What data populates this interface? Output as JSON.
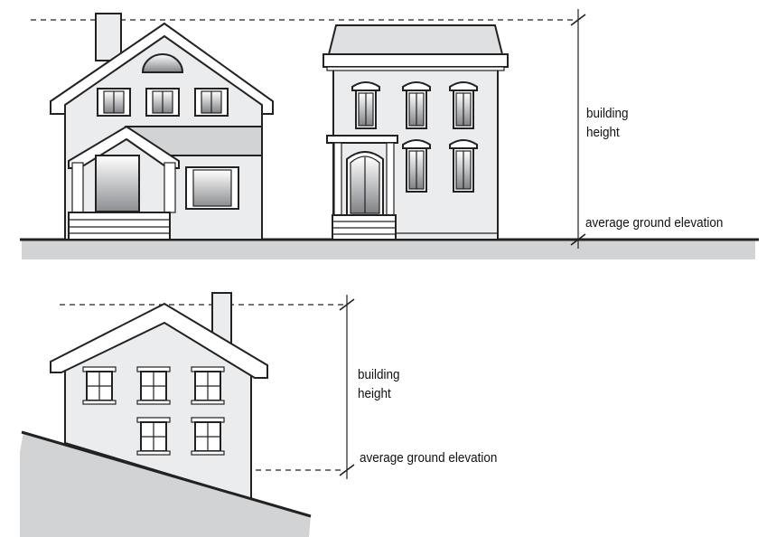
{
  "labels": {
    "top": {
      "building_height_line1": "building",
      "building_height_line2": "height",
      "ground": "average ground elevation"
    },
    "bottom": {
      "building_height_line1": "building",
      "building_height_line2": "height",
      "ground": "average ground elevation"
    }
  },
  "colors": {
    "ink": "#222222",
    "wall": "#ebecee",
    "ground": "#d2d3d5"
  }
}
